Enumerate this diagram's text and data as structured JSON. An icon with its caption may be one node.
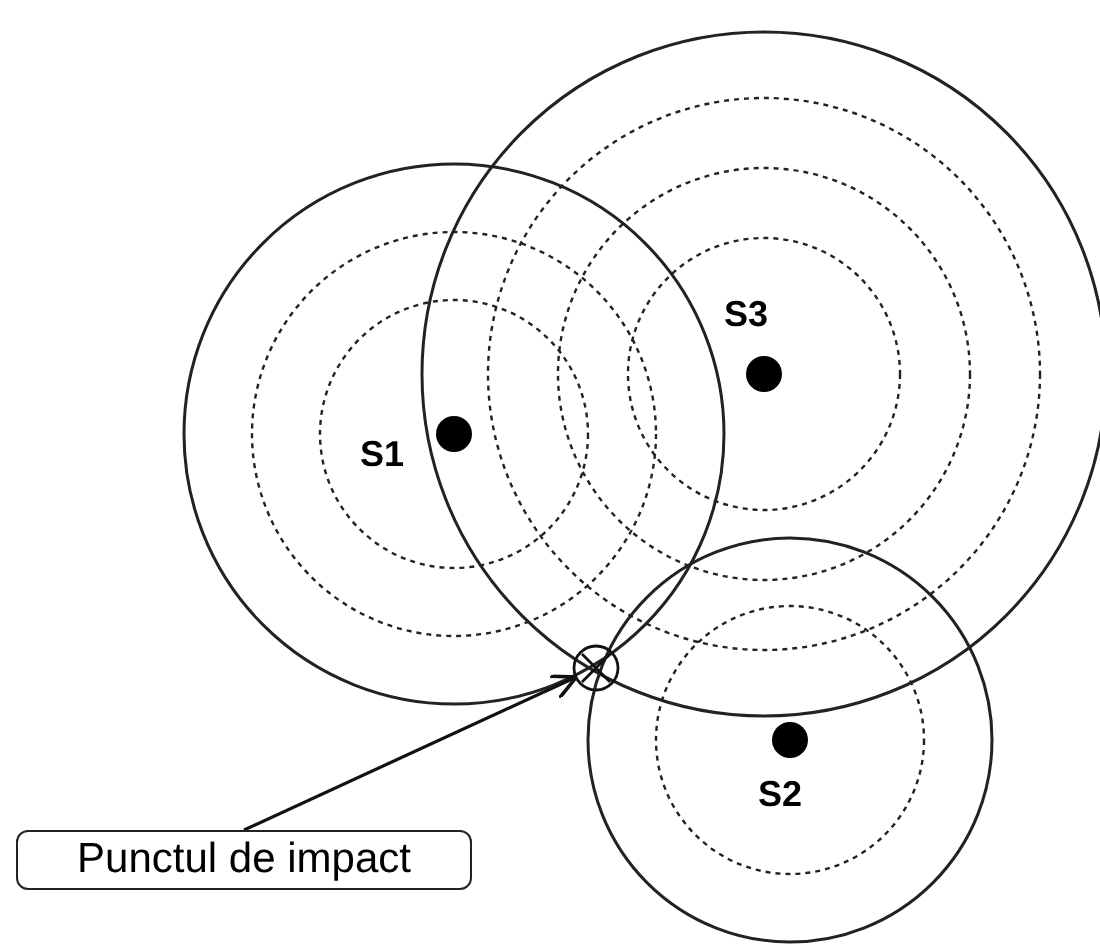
{
  "diagram": {
    "nodes": [
      {
        "text": [
          "Punctul de impact"
        ]
      },
      {
        "text": [],
        "shape": "circle"
      }
    ],
    "edges": [
      {
        "from": 0,
        "to": 1,
        "arrow": "to"
      }
    ],
    "labels": [
      "S3",
      "S1",
      "S2"
    ]
  }
}
